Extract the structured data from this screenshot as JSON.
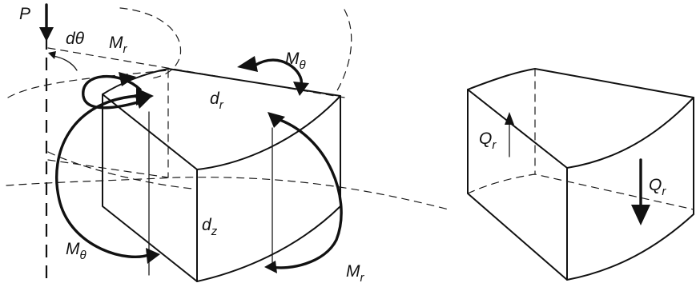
{
  "labels": {
    "load": "P",
    "angle": "dθ",
    "radial_size": "d",
    "radial_size_sub": "r",
    "vertical_size": "d",
    "vertical_size_sub": "z",
    "moment_r": "M",
    "moment_r_sub": "r",
    "moment_theta": "M",
    "moment_theta_sub": "θ",
    "shear": "Q",
    "shear_sub": "r"
  }
}
